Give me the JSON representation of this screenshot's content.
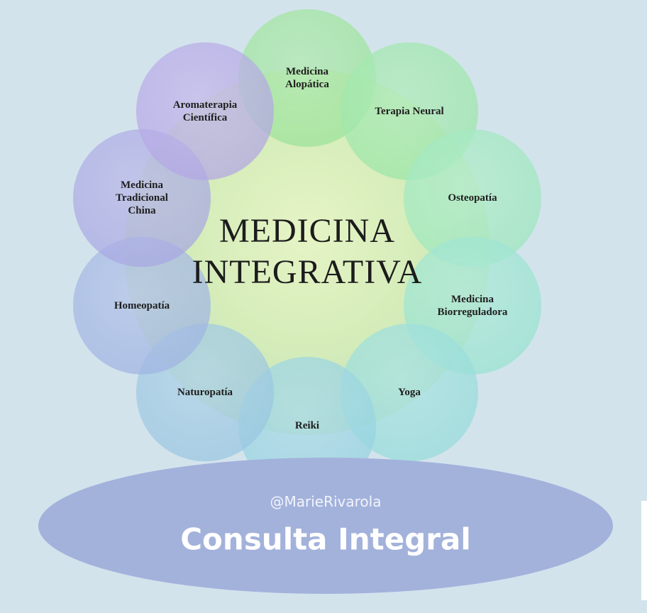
{
  "diagram": {
    "center_title": "MEDICINA\nINTEGRATIVA",
    "petals": [
      {
        "label": "Medicina\nAlopática",
        "color": "#9be39a"
      },
      {
        "label": "Terapia Neural",
        "color": "#9be6a8"
      },
      {
        "label": "Osteopatía",
        "color": "#9ce8bd"
      },
      {
        "label": "Medicina\nBiorreguladora",
        "color": "#98e3cf"
      },
      {
        "label": "Yoga",
        "color": "#95dcd9"
      },
      {
        "label": "Reiki",
        "color": "#95d3e1"
      },
      {
        "label": "Naturopatía",
        "color": "#9ac6e0"
      },
      {
        "label": "Homeopatía",
        "color": "#9fb4e2"
      },
      {
        "label": "Medicina\nTradicional\nChina",
        "color": "#a8a7e2"
      },
      {
        "label": "Aromaterapia\nCientífica",
        "color": "#b3a6e4"
      }
    ],
    "center_color": "#d6efb8"
  },
  "footer": {
    "handle": "@MarieRivarola",
    "title": "Consulta Integral",
    "color": "#a2b2da"
  }
}
